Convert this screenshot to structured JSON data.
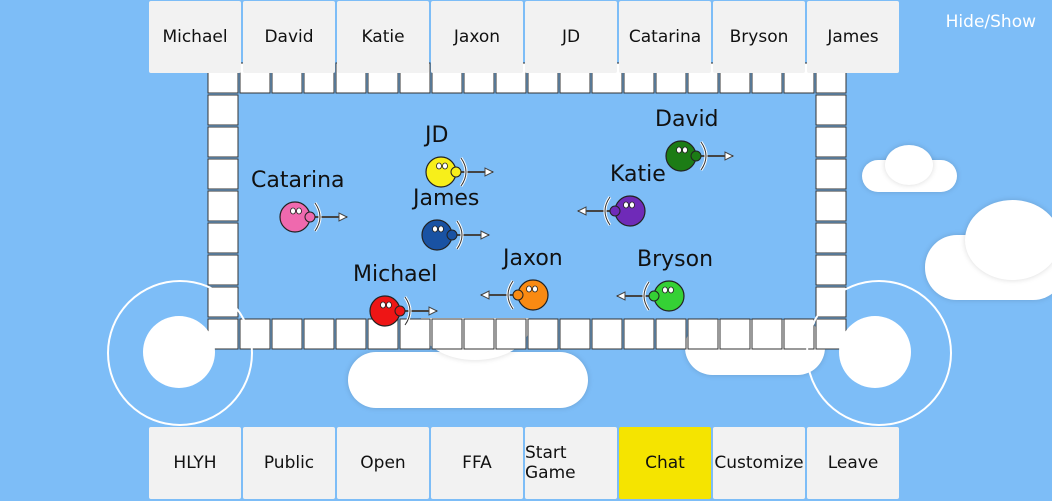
{
  "top_players": [
    "Michael",
    "David",
    "Katie",
    "Jaxon",
    "JD",
    "Catarina",
    "Bryson",
    "James"
  ],
  "hide_show_label": "Hide/Show",
  "bottom_buttons": [
    "HLYH",
    "Public",
    "Open",
    "FFA",
    "Start Game",
    "Chat",
    "Customize",
    "Leave"
  ],
  "active_bottom_button": "Chat",
  "players": [
    {
      "name": "JD",
      "color": "#f7ef1a"
    },
    {
      "name": "David",
      "color": "#1c7c15"
    },
    {
      "name": "Catarina",
      "color": "#ef69ae"
    },
    {
      "name": "Katie",
      "color": "#6f2ab8"
    },
    {
      "name": "James",
      "color": "#1952a3"
    },
    {
      "name": "Michael",
      "color": "#ee1515"
    },
    {
      "name": "Jaxon",
      "color": "#f98a12"
    },
    {
      "name": "Bryson",
      "color": "#35d135"
    }
  ],
  "colors": {
    "sky": "#7dbdf7",
    "button": "#f2f2f2",
    "active": "#f5e400"
  }
}
